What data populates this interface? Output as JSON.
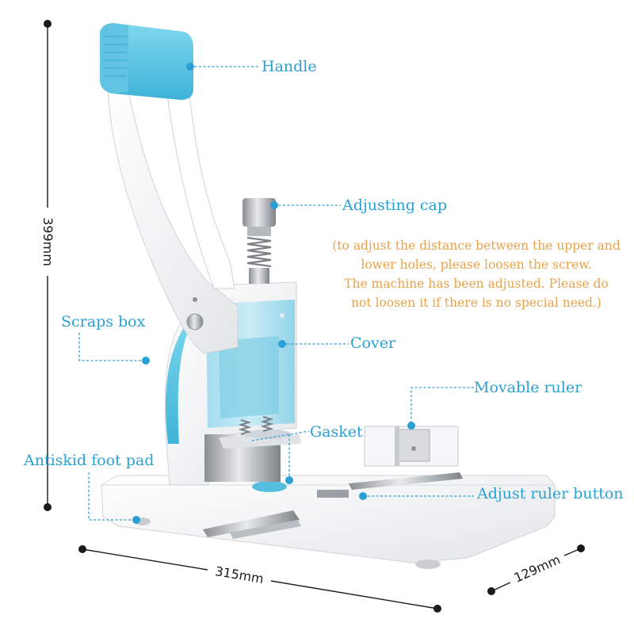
{
  "colors": {
    "callout": "#2aa0d4",
    "note": "#e8a24a",
    "dimension": "#1a1a1a",
    "accent_blue": "#5cc8e4",
    "body_white": "#f1f3f4"
  },
  "labels": {
    "handle": "Handle",
    "adjusting_cap": "Adjusting cap",
    "scraps_box": "Scraps box",
    "cover": "Cover",
    "movable_ruler": "Movable ruler",
    "gasket": "Gasket",
    "antiskid_foot_pad": "Antiskid foot pad",
    "adjust_ruler_button": "Adjust ruler button"
  },
  "note": {
    "lines": [
      "(to adjust the distance between the upper and",
      "lower holes, please loosen the screw.",
      "The machine has been adjusted. Please do",
      "not loosen it if there is no special need.)"
    ]
  },
  "dimensions": {
    "height": "399mm",
    "length": "315mm",
    "width": "129mm"
  }
}
